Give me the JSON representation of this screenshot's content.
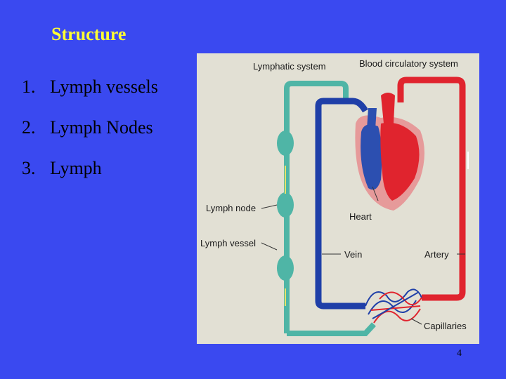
{
  "slide": {
    "title": "Structure",
    "items": [
      {
        "number": "1.",
        "text": "Lymph vessels"
      },
      {
        "number": "2.",
        "text": "Lymph Nodes"
      },
      {
        "number": "3.",
        "text": "Lymph"
      }
    ],
    "page_number": "4"
  },
  "figure": {
    "labels": {
      "lymphatic_system": "Lymphatic system",
      "blood_circulatory_system": "Blood circulatory system",
      "lymph_node": "Lymph node",
      "lymph_vessel": "Lymph vessel",
      "heart": "Heart",
      "vein": "Vein",
      "artery": "Artery",
      "capillaries": "Capillaries"
    },
    "colors": {
      "lymph": "#4fb5a6",
      "vein": "#1f3fa8",
      "artery": "#e0242e",
      "heart_outline": "#e69a9a"
    }
  }
}
